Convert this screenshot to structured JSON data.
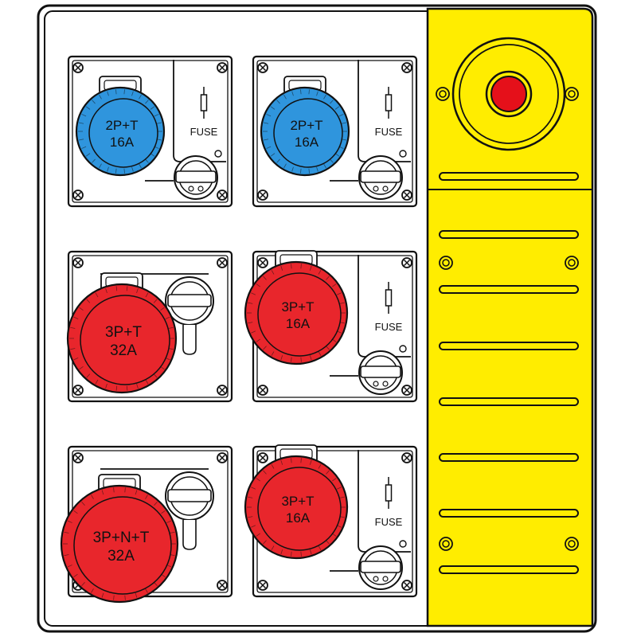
{
  "colors": {
    "panel_bg": "#ffffff",
    "outline": "#111111",
    "blue_socket": "#2f95dd",
    "red_socket": "#e8262c",
    "yellow_panel": "#ffed00",
    "emergency_button": "#e5101a"
  },
  "units": [
    {
      "id": "u1",
      "label_top": "2P+T",
      "label_bottom": "16A",
      "color": "blue",
      "fuse_label": "FUSE"
    },
    {
      "id": "u2",
      "label_top": "2P+T",
      "label_bottom": "16A",
      "color": "blue",
      "fuse_label": "FUSE"
    },
    {
      "id": "u3",
      "label_top": "3P+T",
      "label_bottom": "32A",
      "color": "red",
      "fuse_label": ""
    },
    {
      "id": "u4",
      "label_top": "3P+T",
      "label_bottom": "16A",
      "color": "red",
      "fuse_label": "FUSE"
    },
    {
      "id": "u5",
      "label_top": "3P+N+T",
      "label_bottom": "32A",
      "color": "red",
      "fuse_label": ""
    },
    {
      "id": "u6",
      "label_top": "3P+T",
      "label_bottom": "16A",
      "color": "red",
      "fuse_label": "FUSE"
    }
  ],
  "icons": {
    "emergency_stop": "emergency-stop-icon",
    "fuse": "fuse-icon",
    "rotary_switch": "rotary-switch-icon",
    "screw": "screw-icon"
  }
}
